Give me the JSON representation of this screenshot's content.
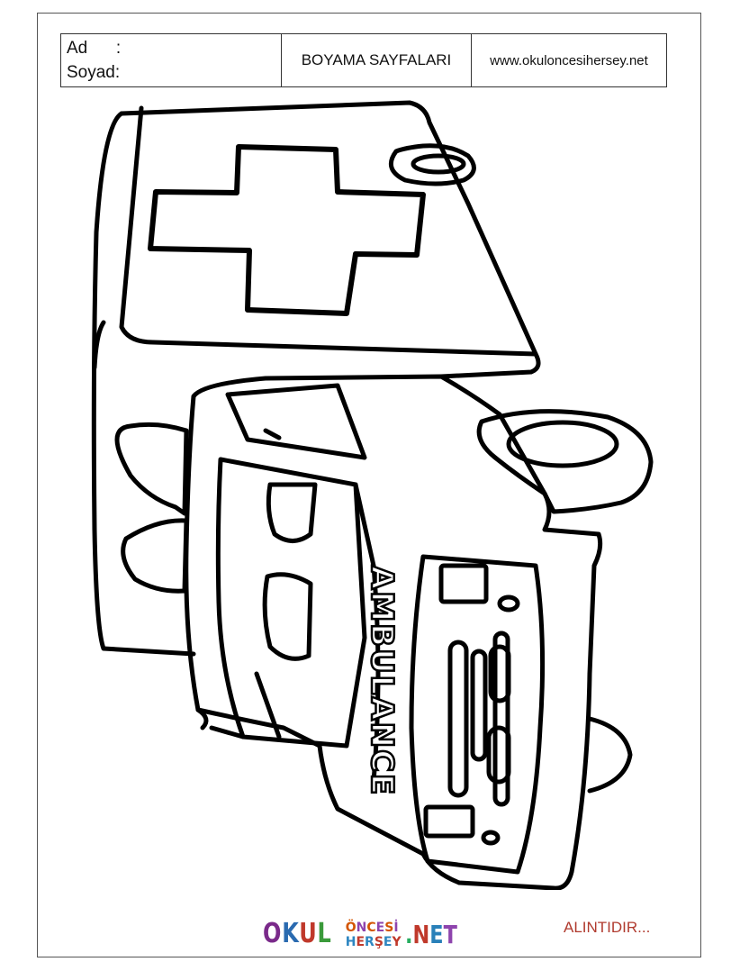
{
  "header": {
    "ad_label": "Ad      :",
    "soyad_label": "Soyad:",
    "title": "BOYAMA SAYFALARI",
    "website": "www.okuloncesihersey.net"
  },
  "drawing": {
    "subject": "ambulance",
    "vehicle_text": "AMBULANCE"
  },
  "footer": {
    "logo_okul": [
      "O",
      "K",
      "U",
      "L"
    ],
    "logo_oncesi": [
      "Ö",
      "N",
      "C",
      "E",
      "S",
      "İ"
    ],
    "logo_hersey": [
      "H",
      "E",
      "R",
      "Ş",
      "E",
      "Y"
    ],
    "logo_net": [
      ".",
      "N",
      "E",
      "T"
    ],
    "note": "ALINTIDIR..."
  },
  "colors": {
    "border": "#555555",
    "note": "#b03a2e"
  }
}
